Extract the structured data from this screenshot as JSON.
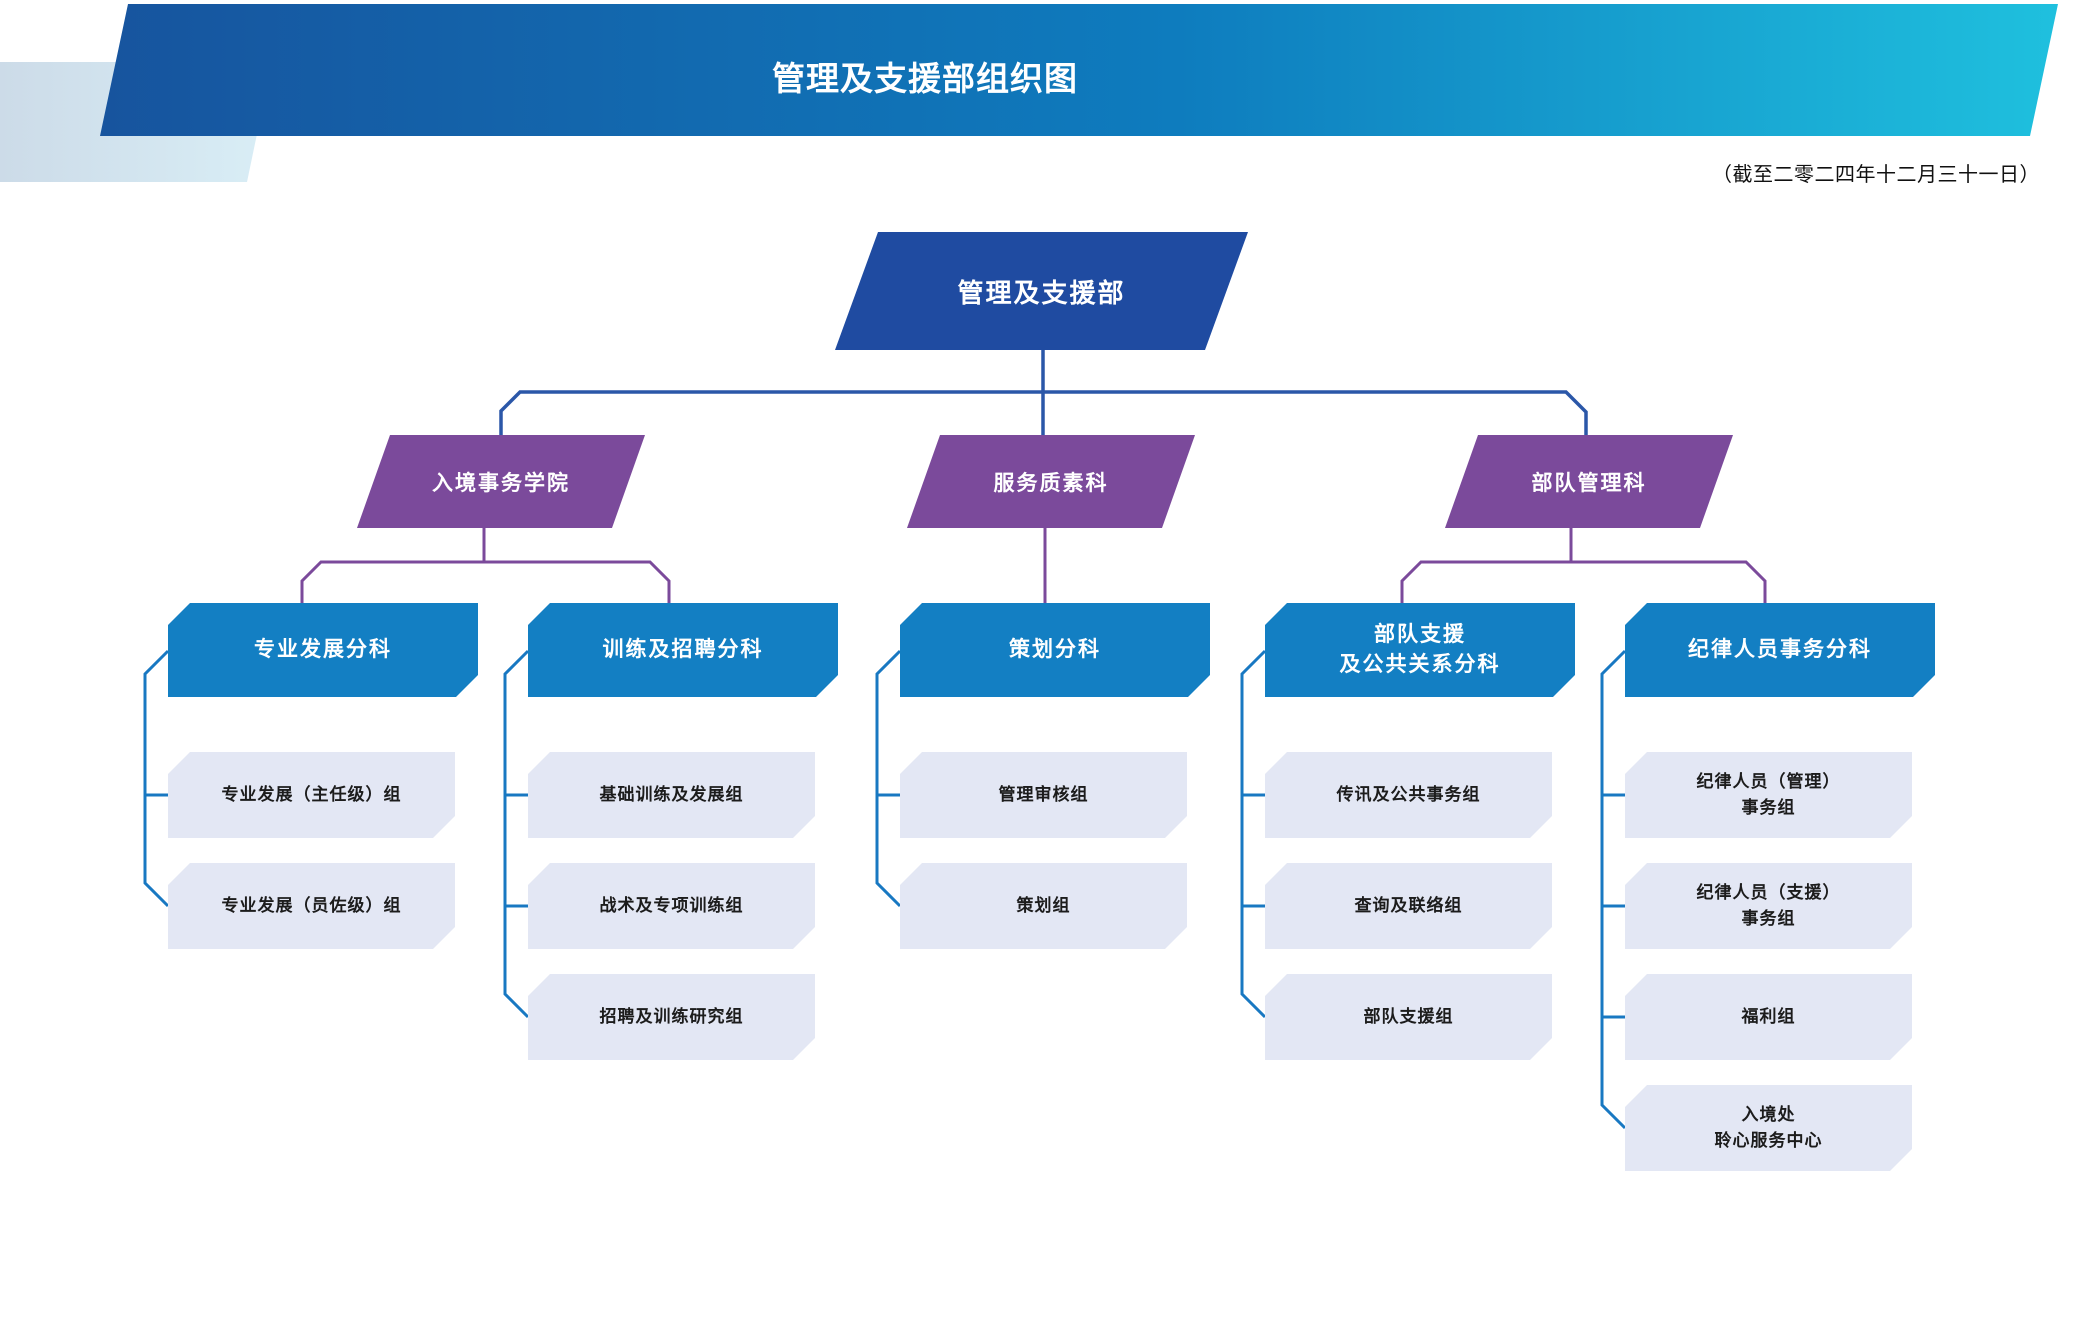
{
  "header": {
    "title": "管理及支援部组织图",
    "date_note": "（截至二零二四年十二月三十一日）"
  },
  "org": {
    "root": {
      "label": "管理及支援部"
    },
    "divisions": [
      {
        "label": "入境事务学院",
        "sections": [
          {
            "label": "专业发展分科",
            "units": [
              "专业发展（主任级）组",
              "专业发展（员佐级）组"
            ]
          },
          {
            "label": "训练及招聘分科",
            "units": [
              "基础训练及发展组",
              "战术及专项训练组",
              "招聘及训练研究组"
            ]
          }
        ]
      },
      {
        "label": "服务质素科",
        "sections": [
          {
            "label": "策划分科",
            "units": [
              "管理审核组",
              "策划组"
            ]
          }
        ]
      },
      {
        "label": "部队管理科",
        "sections": [
          {
            "label": "部队支援\n及公共关系分科",
            "units": [
              "传讯及公共事务组",
              "查询及联络组",
              "部队支援组"
            ]
          },
          {
            "label": "纪律人员事务分科",
            "units": [
              "纪律人员（管理）\n事务组",
              "纪律人员（支援）\n事务组",
              "福利组",
              "入境处\n聆心服务中心"
            ]
          }
        ]
      }
    ]
  },
  "colors": {
    "banner_gradient_start": "#17549e",
    "banner_gradient_end": "#1fc0de",
    "decor_strip": "#d3e4ef",
    "root_box": "#1f4ba1",
    "division_box": "#7b4a9b",
    "section_box": "#137fc3",
    "unit_box": "#e3e7f4",
    "connector_blue": "#2b57a8",
    "connector_purple": "#7b4a9b",
    "connector_light_blue": "#1878c2"
  }
}
